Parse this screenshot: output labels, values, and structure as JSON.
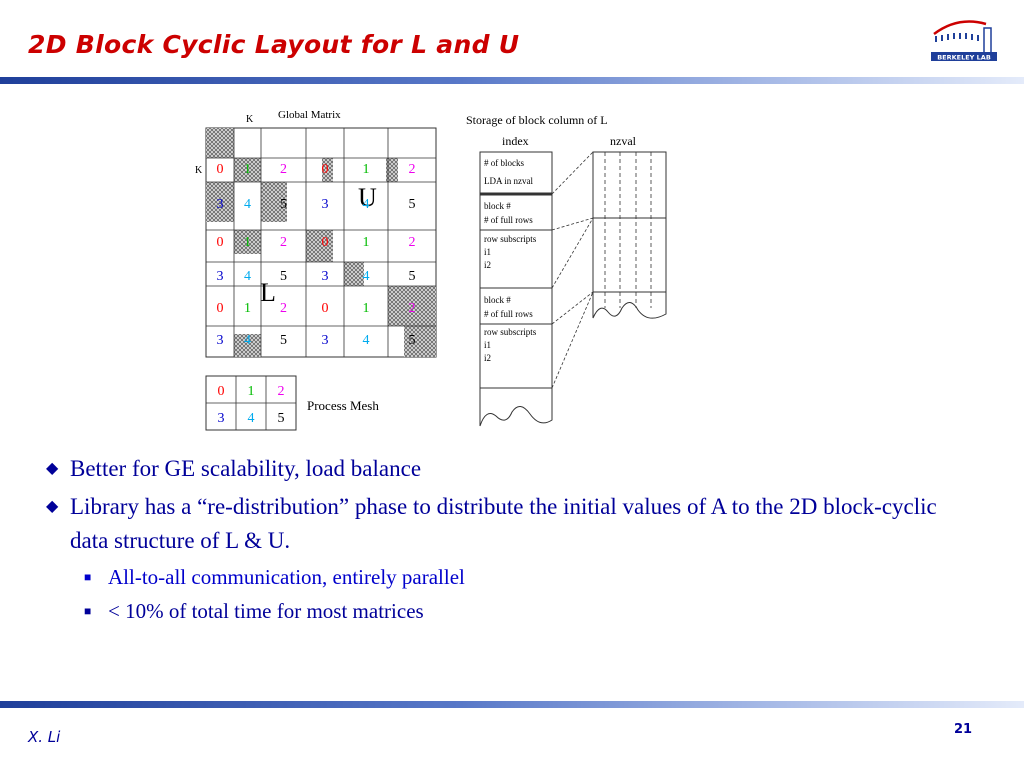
{
  "title": "2D Block Cyclic Layout for L and U",
  "logo": {
    "text": "BERKELEY LAB"
  },
  "figure": {
    "global_matrix_label": "Global Matrix",
    "k_label": "K",
    "u_label": "U",
    "l_label": "L",
    "grid_rows": [
      [
        "0",
        "1",
        "2",
        "0",
        "1",
        "2"
      ],
      [
        "3",
        "4",
        "5",
        "3",
        "4",
        "5"
      ],
      [
        "0",
        "1",
        "2",
        "0",
        "1",
        "2"
      ],
      [
        "3",
        "4",
        "5",
        "3",
        "4",
        "5"
      ],
      [
        "0",
        "1",
        "2",
        "0",
        "1",
        "2"
      ],
      [
        "3",
        "4",
        "5",
        "3",
        "4",
        "5"
      ]
    ],
    "process_mesh_rows": [
      [
        "0",
        "1",
        "2"
      ],
      [
        "3",
        "4",
        "5"
      ]
    ],
    "process_mesh_label": "Process Mesh",
    "storage_label": "Storage of block column of L",
    "index_label": "index",
    "nzval_label": "nzval",
    "index_entries": {
      "num_blocks": "# of blocks",
      "lda": "LDA  in nzval",
      "block_num_1": "block #",
      "full_rows_1": "# of  full  rows",
      "row_subscripts_1": "row subscripts",
      "i1_1": "i1",
      "i2_1": "i2",
      "block_num_2": "block #",
      "full_rows_2": "# of  full  rows",
      "row_subscripts_2": "row subscripts",
      "i1_2": "i1",
      "i2_2": "i2"
    },
    "colors": {
      "0": "#ff0000",
      "1": "#00bb00",
      "2": "#ee00ee",
      "3": "#0000cc",
      "4": "#00aaee",
      "5": "#000000"
    }
  },
  "bullets": [
    {
      "text": "Better for GE scalability, load balance"
    },
    {
      "text": "Library has a “re-distribution” phase to distribute the initial values of A to the 2D block-cyclic data structure of L & U."
    }
  ],
  "subbullets": [
    {
      "text": "All-to-all communication, entirely parallel"
    },
    {
      "text": "< 10% of total time for most matrices"
    }
  ],
  "footer": {
    "author": "X. Li",
    "page": "21"
  }
}
